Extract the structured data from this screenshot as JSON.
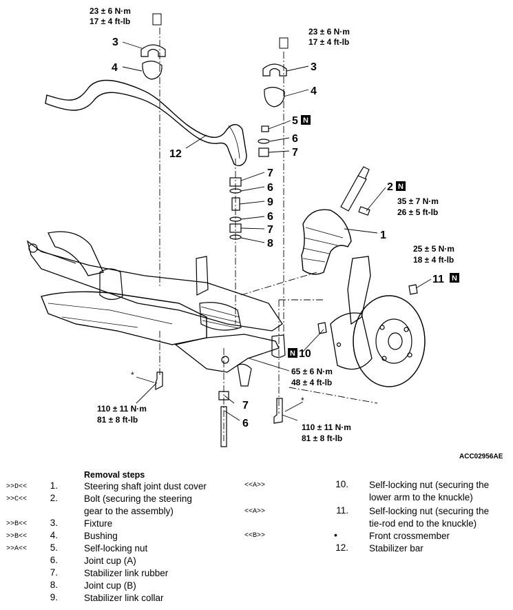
{
  "callouts": {
    "c1": "1",
    "c2": "2",
    "c3a": "3",
    "c3b": "3",
    "c4a": "4",
    "c4b": "4",
    "c5": "5",
    "c6a": "6",
    "c6b": "6",
    "c6c": "6",
    "c6d": "6",
    "c7a": "7",
    "c7b": "7",
    "c7c": "7",
    "c7d": "7",
    "c8": "8",
    "c9": "9",
    "c10": "10",
    "c11": "11",
    "c12": "12"
  },
  "new_part_mark": "N",
  "torques": {
    "t_top_left": {
      "nm": "23 ± 6 N·m",
      "ftlb": "17 ± 4 ft-lb"
    },
    "t_top_right": {
      "nm": "23 ± 6 N·m",
      "ftlb": "17 ± 4 ft-lb"
    },
    "t_bolt2": {
      "nm": "35 ± 7 N·m",
      "ftlb": "26 ± 5 ft-lb"
    },
    "t_nut11": {
      "nm": "25 ± 5 N·m",
      "ftlb": "18 ± 4 ft-lb"
    },
    "t_nut10": {
      "nm": "65 ± 6 N·m",
      "ftlb": "48 ± 4 ft-lb"
    },
    "t_left_bolt": {
      "nm": "110 ± 11 N·m",
      "ftlb": "81 ± 8 ft-lb"
    },
    "t_right_bolt": {
      "nm": "110 ± 11 N·m",
      "ftlb": "81 ± 8 ft-lb"
    }
  },
  "asterisk": "*",
  "figure_ref": "ACC02956AE",
  "removal": {
    "heading": "Removal steps",
    "left": [
      {
        "code": ">>D<<",
        "num": "1.",
        "text": "Steering shaft joint dust cover"
      },
      {
        "code": ">>C<<",
        "num": "2.",
        "text": "Bolt (securing the steering"
      },
      {
        "code": "",
        "num": "",
        "text": "gear to the assembly)"
      },
      {
        "code": ">>B<<",
        "num": "3.",
        "text": "Fixture"
      },
      {
        "code": ">>B<<",
        "num": "4.",
        "text": "Bushing"
      },
      {
        "code": ">>A<<",
        "num": "5.",
        "text": "Self-locking nut"
      },
      {
        "code": "",
        "num": "6.",
        "text": "Joint cup (A)"
      },
      {
        "code": "",
        "num": "7.",
        "text": "Stabilizer link rubber"
      },
      {
        "code": "",
        "num": "8.",
        "text": "Joint cup (B)"
      },
      {
        "code": "",
        "num": "9.",
        "text": "Stabilizer link collar"
      }
    ],
    "right": [
      {
        "code": "<<A>>",
        "num": "10.",
        "text": "Self-locking nut (securing the"
      },
      {
        "code": "",
        "num": "",
        "text": "lower arm to the knuckle)"
      },
      {
        "code": "<<A>>",
        "num": "11.",
        "text": "Self-locking nut (securing the"
      },
      {
        "code": "",
        "num": "",
        "text": "tie-rod end to the knuckle)"
      },
      {
        "code": "<<B>>",
        "num": "•",
        "text": "Front crossmember"
      },
      {
        "code": "",
        "num": "12.",
        "text": "Stabilizer bar"
      }
    ]
  }
}
